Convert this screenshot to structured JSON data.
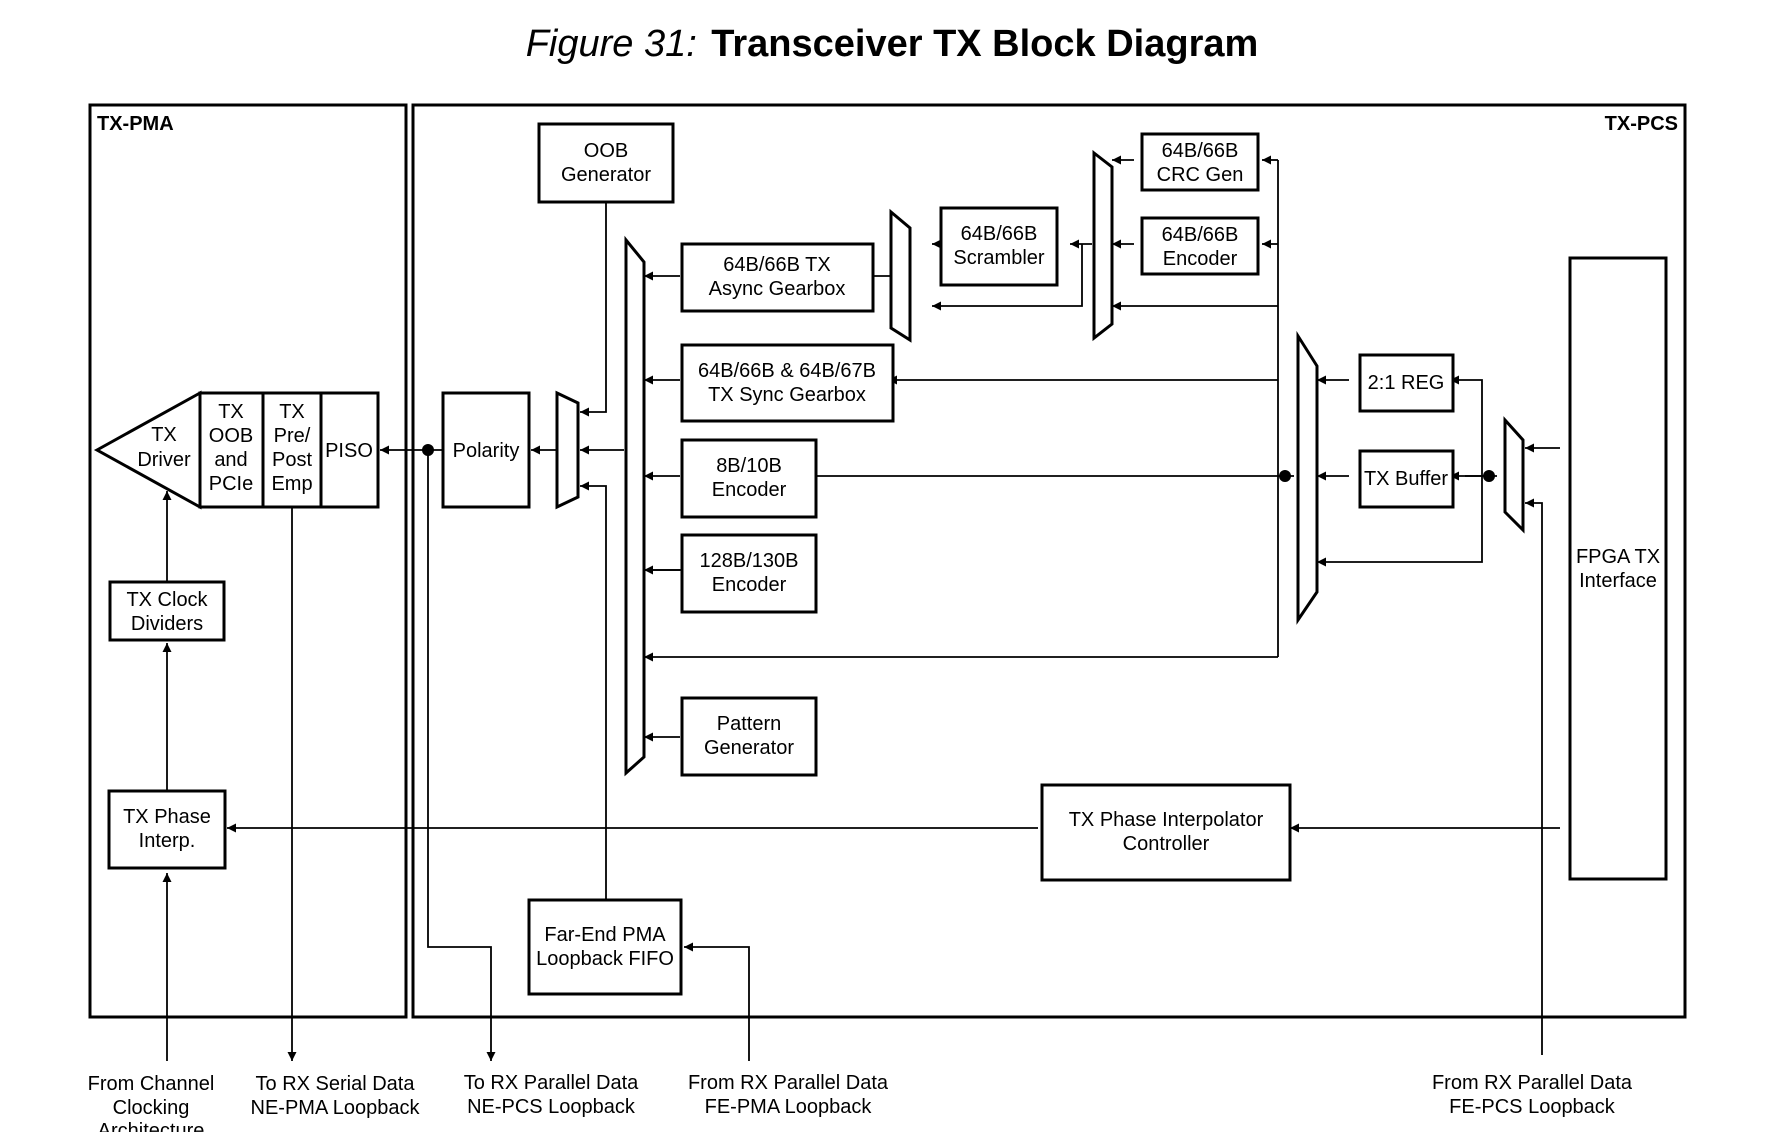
{
  "figure": {
    "number_label": "Figure 31:",
    "title": "Transceiver TX Block Diagram"
  },
  "regions": {
    "tx_pma": "TX-PMA",
    "tx_pcs": "TX-PCS"
  },
  "blocks": {
    "tx_driver": [
      "TX",
      "Driver"
    ],
    "tx_oob_pcie": [
      "TX",
      "OOB",
      "and",
      "PCIe"
    ],
    "tx_pre_post_emp": [
      "TX",
      "Pre/",
      "Post",
      "Emp"
    ],
    "piso": [
      "PISO"
    ],
    "tx_clock_dividers": [
      "TX Clock",
      "Dividers"
    ],
    "tx_phase_interp": [
      "TX Phase",
      "Interp."
    ],
    "polarity": [
      "Polarity"
    ],
    "oob_generator": [
      "OOB",
      "Generator"
    ],
    "async_gearbox": [
      "64B/66B TX",
      "Async Gearbox"
    ],
    "sync_gearbox": [
      "64B/66B & 64B/67B",
      "TX Sync Gearbox"
    ],
    "encoder_8b10b": [
      "8B/10B",
      "Encoder"
    ],
    "encoder_128b130b": [
      "128B/130B",
      "Encoder"
    ],
    "pattern_generator": [
      "Pattern",
      "Generator"
    ],
    "scrambler": [
      "64B/66B",
      "Scrambler"
    ],
    "crc_gen": [
      "64B/66B",
      "CRC Gen"
    ],
    "encoder_64b66b": [
      "64B/66B",
      "Encoder"
    ],
    "reg_2to1": [
      "2:1 REG"
    ],
    "tx_buffer": [
      "TX Buffer"
    ],
    "fpga_tx_interface": [
      "FPGA TX",
      "Interface"
    ],
    "phase_interp_controller": [
      "TX Phase Interpolator",
      "Controller"
    ],
    "far_end_pma_fifo": [
      "Far-End PMA",
      "Loopback FIFO"
    ]
  },
  "captions": {
    "from_channel_clocking": [
      "From Channel",
      "Clocking",
      "Architecture"
    ],
    "to_rx_serial": [
      "To RX Serial Data",
      "NE-PMA Loopback"
    ],
    "to_rx_parallel_ne_pcs": [
      "To RX Parallel Data",
      "NE-PCS Loopback"
    ],
    "from_rx_parallel_fe_pma": [
      "From RX Parallel Data",
      "FE-PMA Loopback"
    ],
    "from_rx_parallel_fe_pcs": [
      "From RX Parallel Data",
      "FE-PCS Loopback"
    ]
  }
}
